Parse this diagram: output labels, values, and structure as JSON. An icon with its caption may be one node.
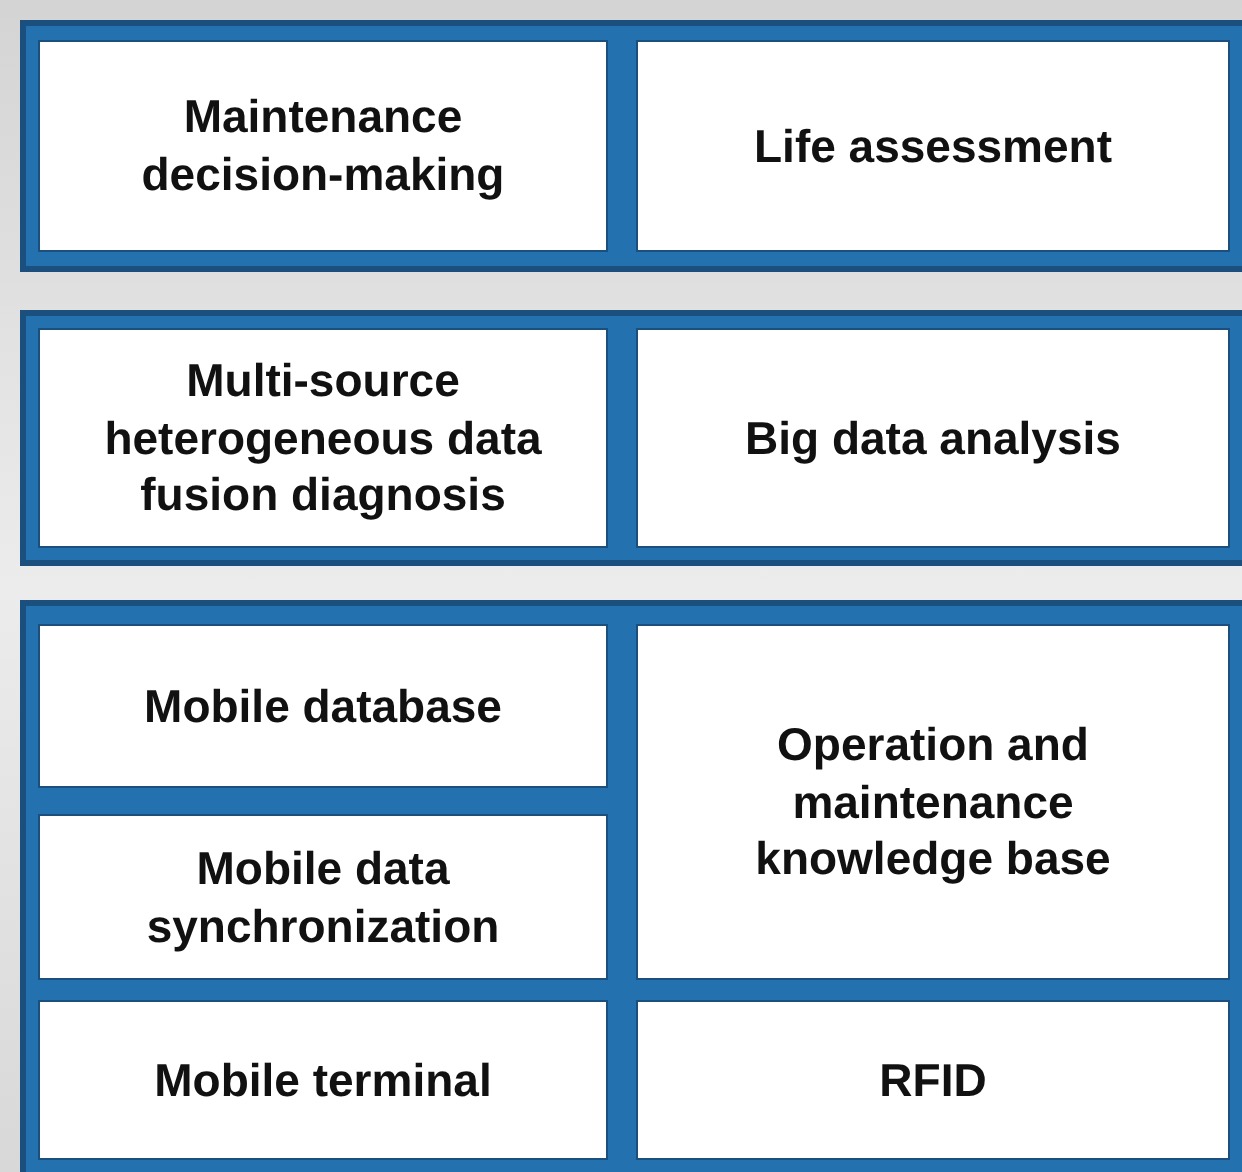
{
  "diagram": {
    "nodes": [
      {
        "text": [],
        "shape": "box"
      },
      {
        "text": [
          "Maintenance decision-making"
        ],
        "in": 0
      },
      {
        "text": [
          "Life assessment"
        ],
        "in": 0
      },
      {
        "text": [],
        "shape": "box"
      },
      {
        "text": [
          "Multi-source heterogeneous data fusion diagnosis"
        ],
        "in": 3
      },
      {
        "text": [
          "Big data analysis"
        ],
        "in": 3
      },
      {
        "text": [],
        "shape": "box"
      },
      {
        "text": [
          "Mobile database"
        ],
        "in": 6
      },
      {
        "text": [
          "Mobile data synchronization"
        ],
        "in": 6
      },
      {
        "text": [
          "Operation and maintenance knowledge base"
        ],
        "in": 6
      },
      {
        "text": [
          "Mobile terminal"
        ],
        "in": 6
      },
      {
        "text": [
          "RFID"
        ],
        "in": 6
      }
    ]
  }
}
